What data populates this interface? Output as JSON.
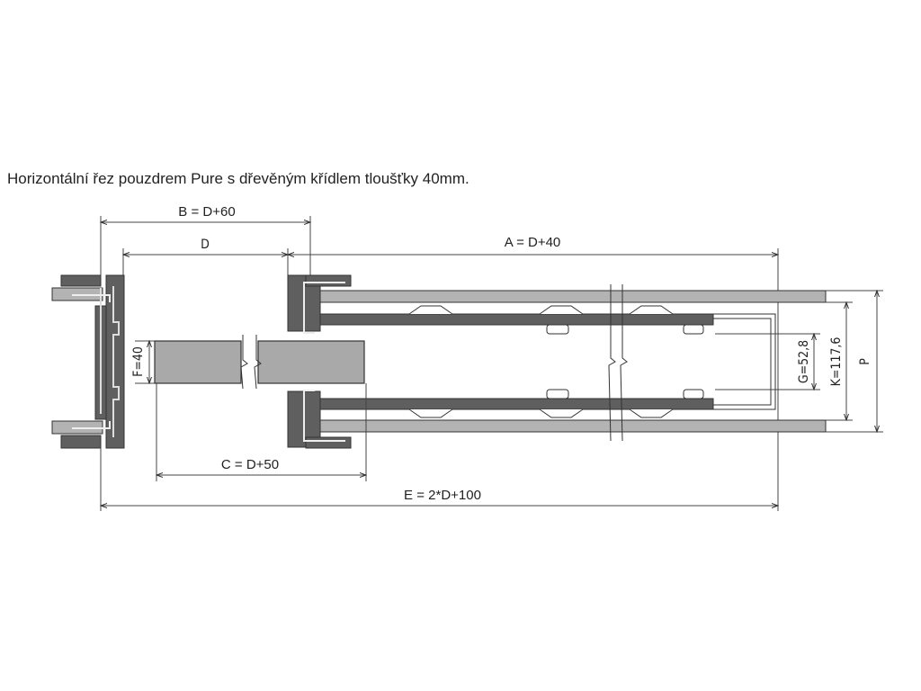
{
  "caption": "Horizontální řez pouzdrem Pure s dřevěným křídlem tloušťky 40mm.",
  "dimensions": {
    "B": "B = D+60",
    "D": "D",
    "A": "A = D+40",
    "F": "F=40",
    "C": "C = D+50",
    "E": "E = 2*D+100",
    "G": "G=52,8",
    "K": "K=117,6",
    "P": "P"
  },
  "colors": {
    "line": "#333333",
    "panel": "#b3b3b3",
    "dark": "#5f5f5f",
    "door": "#a9a9a9"
  }
}
